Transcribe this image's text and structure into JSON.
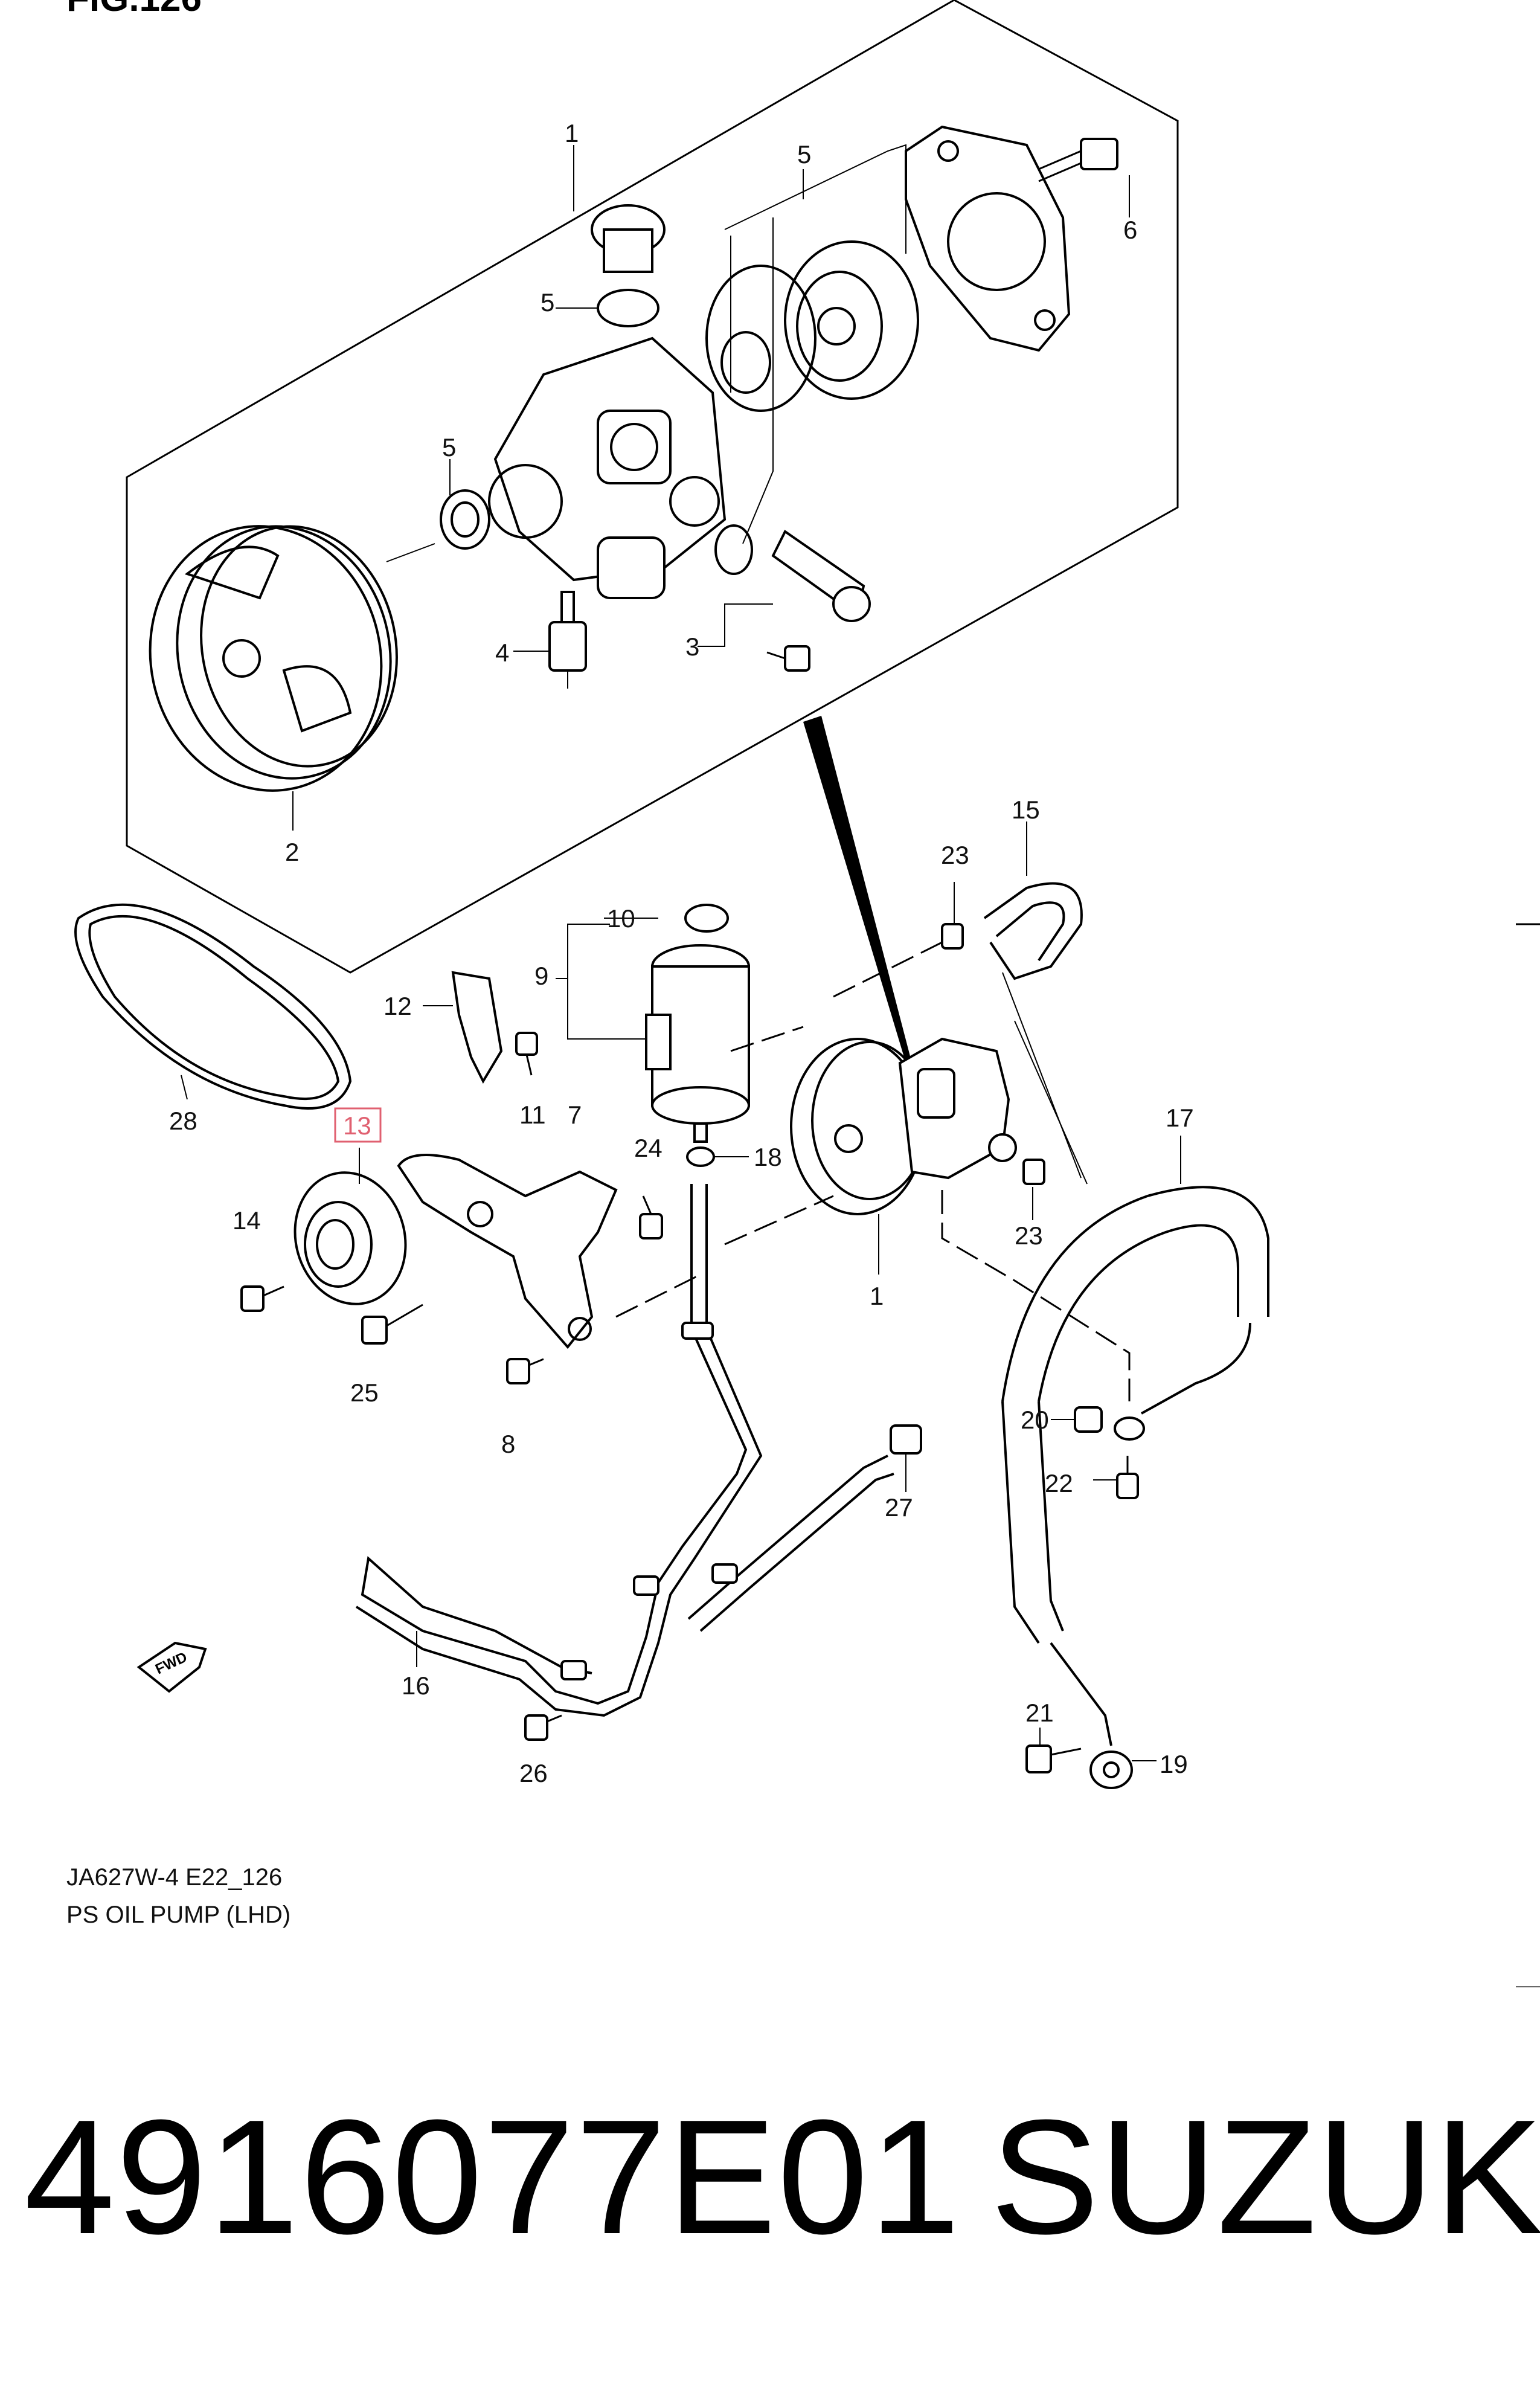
{
  "figure": {
    "title": "FIG.126",
    "caption_code": "JA627W-4 E22_126",
    "caption_name": "PS OIL PUMP (LHD)",
    "direction_label": "FWD"
  },
  "callouts": [
    "1",
    "2",
    "3",
    "4",
    "5",
    "5",
    "5",
    "6",
    "7",
    "8",
    "9",
    "10",
    "11",
    "12",
    "13",
    "14",
    "15",
    "16",
    "17",
    "18",
    "19",
    "20",
    "21",
    "22",
    "23",
    "23",
    "24",
    "25",
    "26",
    "27",
    "28",
    "1"
  ],
  "highlighted_callout": "13",
  "highlight_color": "#e06070",
  "footer": {
    "part_number": "4916077E01",
    "brand": "SUZUKI"
  }
}
